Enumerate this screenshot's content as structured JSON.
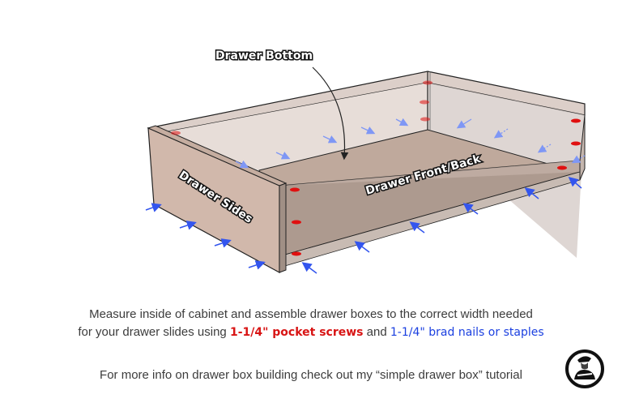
{
  "diagram": {
    "labels": {
      "bottom": "Drawer Bottom",
      "sides": "Drawer Sides",
      "front_back": "Drawer Front/Back"
    },
    "colors": {
      "side_panel": "#d1b8ab",
      "front_panel": "#ad9a8f",
      "interior_back": "#e6dcd7",
      "bottom_panel": "#c7b2a5",
      "pocket_screw": "#e01010",
      "brad_nail": "#3355ee"
    }
  },
  "caption": {
    "line1": "Measure inside of cabinet and assemble drawer boxes to the correct width needed",
    "line2_pre": "for your drawer slides using ",
    "line2_red": "1-1/4\" pocket screws",
    "line2_mid": " and ",
    "line2_blue": "1-1/4\" brad nails or staples",
    "line3": "For more info on drawer box building check out my “simple drawer box” tutorial"
  },
  "logo": {
    "icon": "woodworker-logo-icon"
  }
}
